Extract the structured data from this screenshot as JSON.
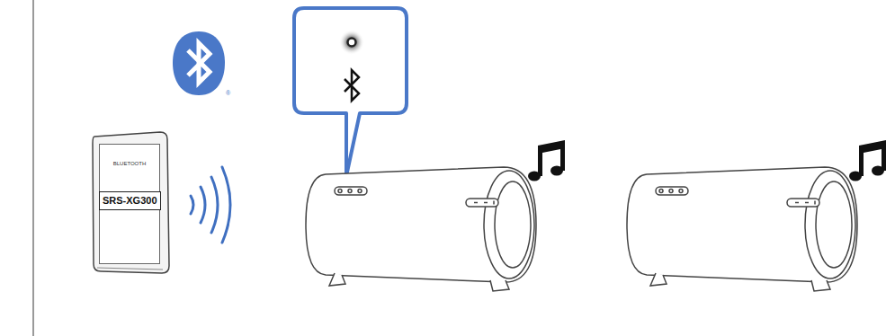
{
  "diagram": {
    "nodes": [
      {
        "text": [
          "BLUETOOTH"
        ]
      },
      {
        "text": [
          "SRS-XG300"
        ],
        "in": 0
      }
    ],
    "labels": [
      "®"
    ]
  }
}
